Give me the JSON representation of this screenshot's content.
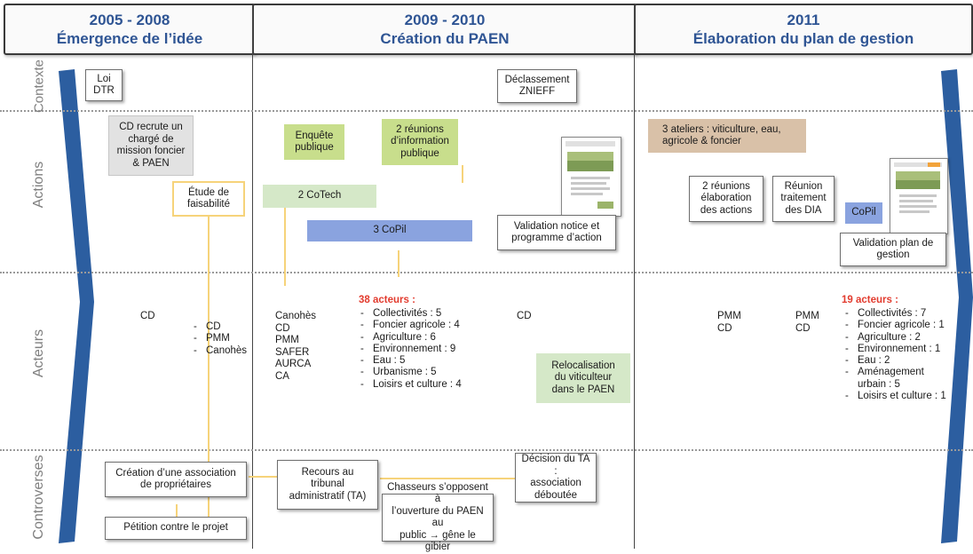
{
  "periods": [
    {
      "years": "2005 - 2008",
      "title": "Émergence de l’idée"
    },
    {
      "years": "2009 - 2010",
      "title": "Création du PAEN"
    },
    {
      "years": "2011",
      "title": "Élaboration du plan de gestion"
    }
  ],
  "rows": [
    "Contexte",
    "Actions",
    "Acteurs",
    "Controverses"
  ],
  "contexte": {
    "loi": "Loi\nDTR",
    "declassement": "Déclassement\nZNIEFF"
  },
  "actions": {
    "cd_recrute": "CD recrute un\nchargé de\nmission foncier\n& PAEN",
    "etude": "Étude de\nfaisabilité",
    "enquete": "Enquête\npublique",
    "reunions_info": "2 réunions\nd’information\npublique",
    "cotech": "2 CoTech",
    "copil3": "3 CoPil",
    "validation_notice": "Validation notice et\nprogramme d’action",
    "ateliers": "3 ateliers : viticulture, eau,\nagricole & foncier",
    "reunions_elab": "2 réunions\nélaboration\ndes actions",
    "reunion_dia": "Réunion\ntraitement\ndes DIA",
    "copil": "CoPil",
    "validation_plan": "Validation plan de\ngestion"
  },
  "acteurs": {
    "p1_cd": "CD",
    "p1_list": [
      "CD",
      "PMM",
      "Canohès"
    ],
    "p2_list": [
      "Canohès",
      "CD",
      "PMM",
      "SAFER",
      "AURCA",
      "CA"
    ],
    "p2_header": "38 acteurs :",
    "p2_items": [
      "Collectivités : 5",
      "Foncier agricole : 4",
      "Agriculture : 6",
      "Environnement : 9",
      "Eau : 5",
      "Urbanisme : 5",
      "Loisirs et culture : 4"
    ],
    "p2_cd": "CD",
    "relocalisation": "Relocalisation\ndu viticulteur\ndans le PAEN",
    "p3_a": [
      "PMM",
      "CD"
    ],
    "p3_b": [
      "PMM",
      "CD"
    ],
    "p3_header": "19 acteurs :",
    "p3_items": [
      "Collectivités : 7",
      "Foncier agricole : 1",
      "Agriculture : 2",
      "Environnement : 1",
      "Eau : 2",
      "Aménagement\nurbain : 5",
      "Loisirs et culture : 1"
    ]
  },
  "controverses": {
    "association": "Création d’une association\nde propriétaires",
    "petition": "Pétition contre le projet",
    "recours": "Recours au\ntribunal\nadministratif (TA)",
    "chasseurs": "Chasseurs s’opposent à\nl’ouverture du PAEN au\npublic → gêne le gibier",
    "decision": "Décision du TA :\nassociation\ndéboutée"
  },
  "colors": {
    "title_blue": "#2f5594",
    "arrow_blue": "#2c5ea0",
    "red": "#e23b2e",
    "light_green": "#c8de8c",
    "pale_green": "#d5e8c8",
    "light_blue": "#8aa3df",
    "tan": "#d9c1a8",
    "connector_yellow": "#f6d37a"
  }
}
